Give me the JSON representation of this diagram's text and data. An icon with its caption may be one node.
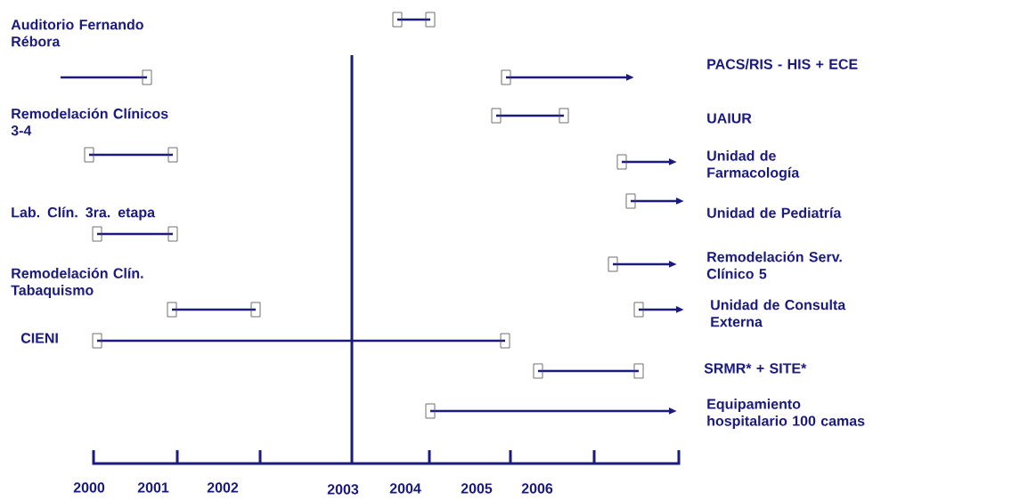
{
  "diagram": {
    "labels": [
      "Auditorio Fernando Rébora",
      "PACS/RIS - HIS + ECE",
      "Remodelación Clínicos 3-4",
      "UAIUR",
      "Unidad de Farmacología",
      "Lab. Clín. 3ra. etapa",
      "Unidad de Pediatría",
      "Remodelación Serv. Clínico 5",
      "Remodelación Clín. Tabaquismo",
      "Unidad de Consulta Externa",
      "CIENI",
      "SRMR* + SITE*",
      "Equipamiento hospitalario 100 camas",
      "2000",
      "2001",
      "2002",
      "2003",
      "2004",
      "2005",
      "2006"
    ]
  }
}
